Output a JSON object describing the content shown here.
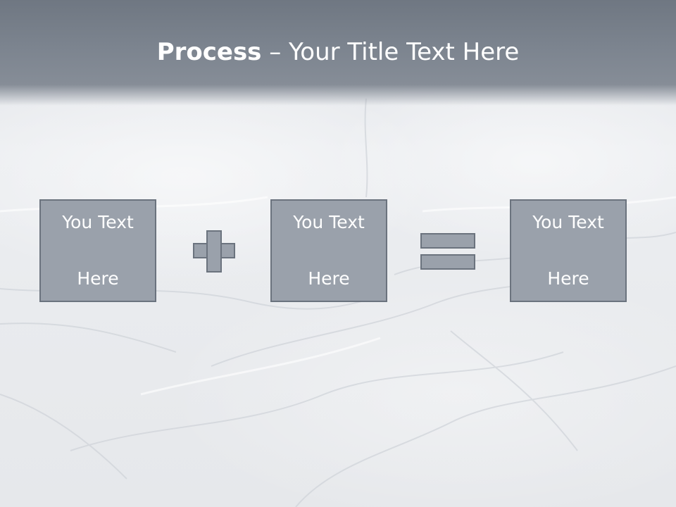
{
  "slide": {
    "title_bold": "Process",
    "title_rest": " – Your Title Text Here"
  },
  "boxes": [
    {
      "line1": "You Text",
      "line2": "Here"
    },
    {
      "line1": "You Text",
      "line2": "Here"
    },
    {
      "line1": "You Text",
      "line2": "Here"
    }
  ],
  "operators": [
    "plus-icon",
    "equals-icon"
  ],
  "colors": {
    "header": "#7c848f",
    "box_fill": "#9aa1ab",
    "box_border": "#6b737e",
    "background": "#e9ebee"
  }
}
